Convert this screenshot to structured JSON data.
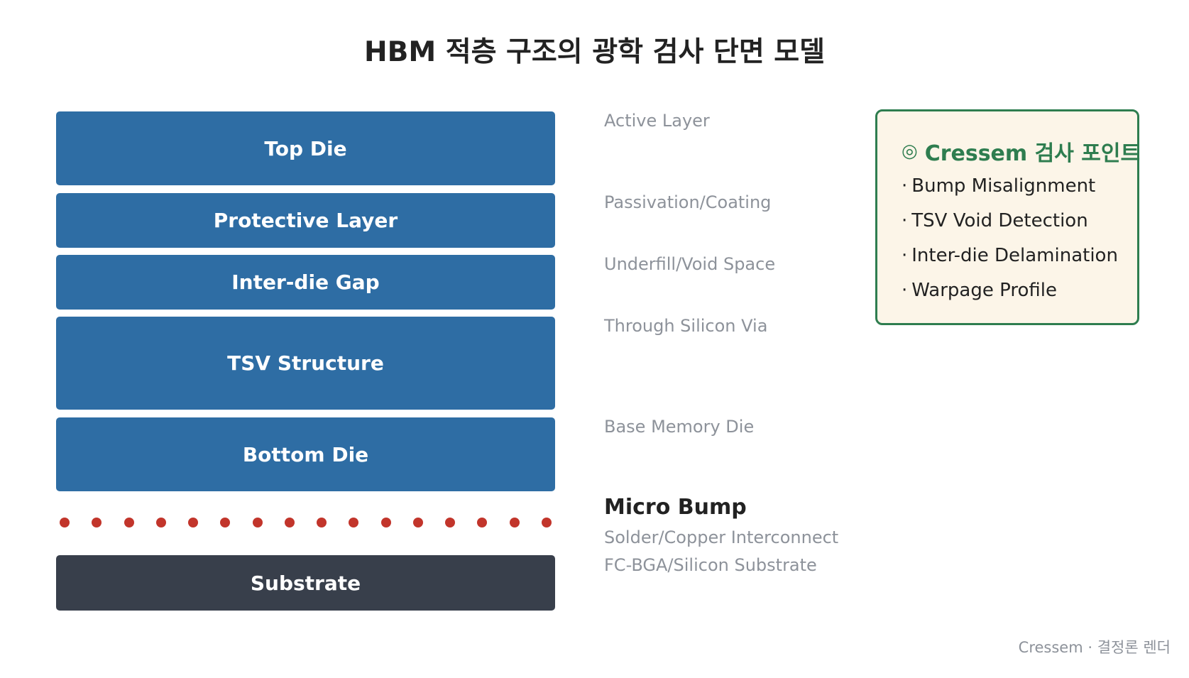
{
  "title": "HBM 적층 구조의 광학 검사 단면 모델",
  "colors": {
    "die_fill": "#2e6da4",
    "substrate_fill": "#383f4b",
    "bump_fill": "#c2352b",
    "panel_border": "#2e7d4f",
    "panel_bg": "#fcf5e8",
    "label_gray": "#8d929a"
  },
  "layers": [
    {
      "name": "Top Die",
      "annotation": "Active Layer"
    },
    {
      "name": "Protective Layer",
      "annotation": "Passivation/Coating"
    },
    {
      "name": "Inter-die Gap",
      "annotation": "Underfill/Void Space"
    },
    {
      "name": "TSV Structure",
      "annotation": "Through Silicon Via"
    },
    {
      "name": "Bottom Die",
      "annotation": "Base Memory Die"
    }
  ],
  "micro_bump": {
    "title": "Micro Bump",
    "subtitle": "Solder/Copper Interconnect",
    "count": 16
  },
  "substrate": {
    "name": "Substrate",
    "annotation": "FC-BGA/Silicon Substrate"
  },
  "panel": {
    "icon": "target-icon",
    "icon_glyph": "◎",
    "title": "Cressem 검사 포인트",
    "bullet": "·",
    "items": [
      "Bump Misalignment",
      "TSV Void Detection",
      "Inter-die Delamination",
      "Warpage Profile"
    ]
  },
  "footer": "Cressem · 결정론 렌더"
}
